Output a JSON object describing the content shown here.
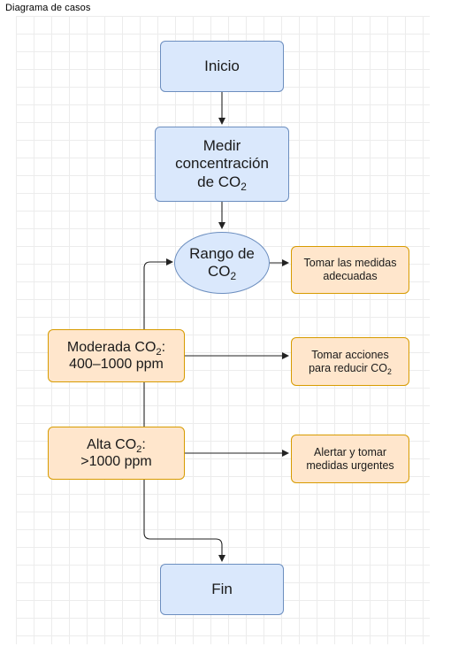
{
  "title": "Diagrama de casos",
  "nodes": {
    "start": {
      "label": "Inicio"
    },
    "measure": {
      "line1": "Medir",
      "line2": "concentración",
      "line3_pre": "de CO",
      "line3_sub": "2"
    },
    "range": {
      "line1": "Rango de",
      "line2_pre": "CO",
      "line2_sub": "2"
    },
    "action_normal": {
      "line1": "Tomar las medidas",
      "line2": "adecuadas"
    },
    "moderate": {
      "line1_pre": "Moderada CO",
      "line1_sub": "2",
      "line1_post": ":",
      "line2": "400–1000 ppm"
    },
    "action_moderate": {
      "line1": "Tomar acciones",
      "line2_pre": "para reducir CO",
      "line2_sub": "2"
    },
    "high": {
      "line1_pre": "Alta CO",
      "line1_sub": "2",
      "line1_post": ":",
      "line2": ">1000 ppm"
    },
    "action_high": {
      "line1": "Alertar y tomar",
      "line2": "medidas urgentes"
    },
    "end": {
      "label": "Fin"
    }
  }
}
